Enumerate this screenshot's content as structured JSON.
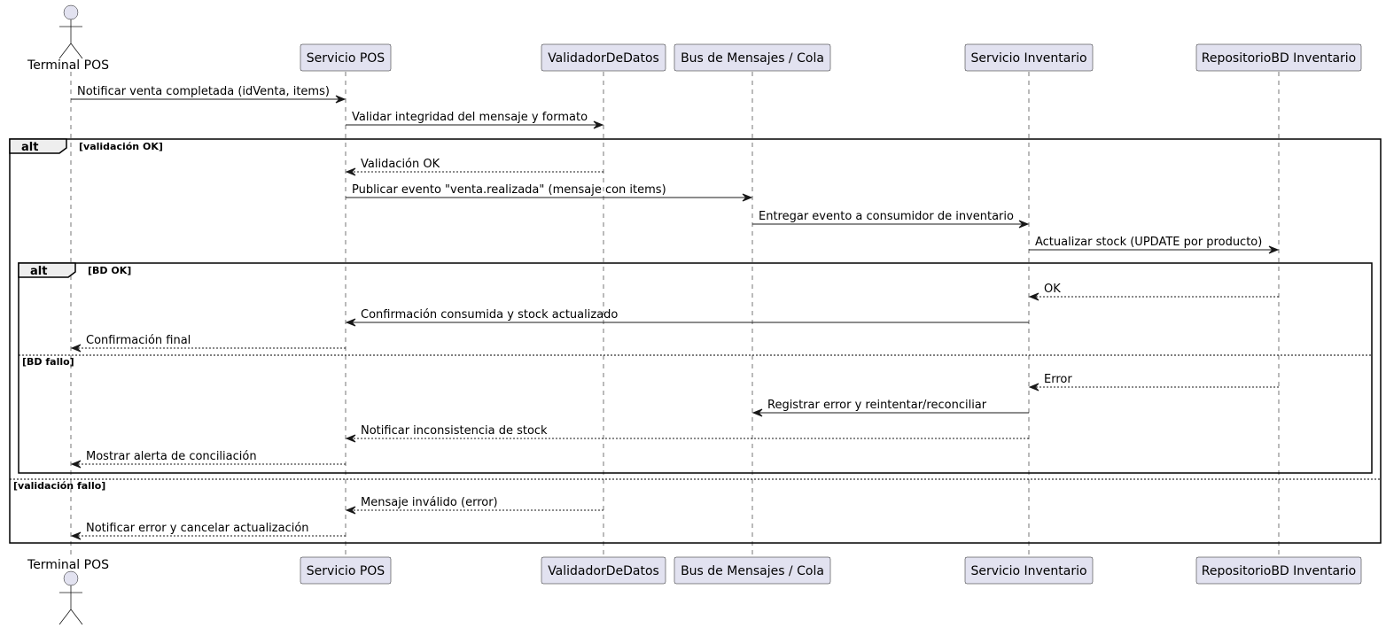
{
  "participants": [
    {
      "id": "terminal",
      "label": "Terminal POS",
      "kind": "actor"
    },
    {
      "id": "pos",
      "label": "Servicio POS",
      "kind": "participant"
    },
    {
      "id": "validador",
      "label": "ValidadorDeDatos",
      "kind": "participant"
    },
    {
      "id": "bus",
      "label": "Bus de Mensajes / Cola",
      "kind": "participant"
    },
    {
      "id": "inventario",
      "label": "Servicio Inventario",
      "kind": "participant"
    },
    {
      "id": "repo",
      "label": "RepositorioBD Inventario",
      "kind": "participant"
    }
  ],
  "messages": [
    {
      "from": "terminal",
      "to": "pos",
      "label": "Notificar venta completada (idVenta, items)",
      "style": "solid"
    },
    {
      "from": "pos",
      "to": "validador",
      "label": "Validar integridad del mensaje y formato",
      "style": "solid"
    },
    {
      "from": "validador",
      "to": "pos",
      "label": "Validación OK",
      "style": "dashed"
    },
    {
      "from": "pos",
      "to": "bus",
      "label": "Publicar evento \"venta.realizada\" (mensaje con items)",
      "style": "solid"
    },
    {
      "from": "bus",
      "to": "inventario",
      "label": "Entregar evento a consumidor de inventario",
      "style": "solid"
    },
    {
      "from": "inventario",
      "to": "repo",
      "label": "Actualizar stock (UPDATE por producto)",
      "style": "solid"
    },
    {
      "from": "repo",
      "to": "inventario",
      "label": "OK",
      "style": "dashed"
    },
    {
      "from": "inventario",
      "to": "pos",
      "label": "Confirmación consumida y stock actualizado",
      "style": "solid"
    },
    {
      "from": "pos",
      "to": "terminal",
      "label": "Confirmación final",
      "style": "dashed"
    },
    {
      "from": "repo",
      "to": "inventario",
      "label": "Error",
      "style": "dashed"
    },
    {
      "from": "inventario",
      "to": "bus",
      "label": "Registrar error y reintentar/reconciliar",
      "style": "solid"
    },
    {
      "from": "inventario",
      "to": "pos",
      "label": "Notificar inconsistencia de stock",
      "style": "dashed"
    },
    {
      "from": "pos",
      "to": "terminal",
      "label": "Mostrar alerta de conciliación",
      "style": "dashed"
    },
    {
      "from": "validador",
      "to": "pos",
      "label": "Mensaje inválido (error)",
      "style": "dashed"
    },
    {
      "from": "pos",
      "to": "terminal",
      "label": "Notificar error y cancelar actualización",
      "style": "dashed"
    }
  ],
  "fragments": [
    {
      "keyword": "alt",
      "guard": "[validación OK]",
      "else_guard": "[validación fallo]"
    },
    {
      "keyword": "alt",
      "guard": "[BD OK]",
      "else_guard": "[BD fallo]"
    }
  ]
}
